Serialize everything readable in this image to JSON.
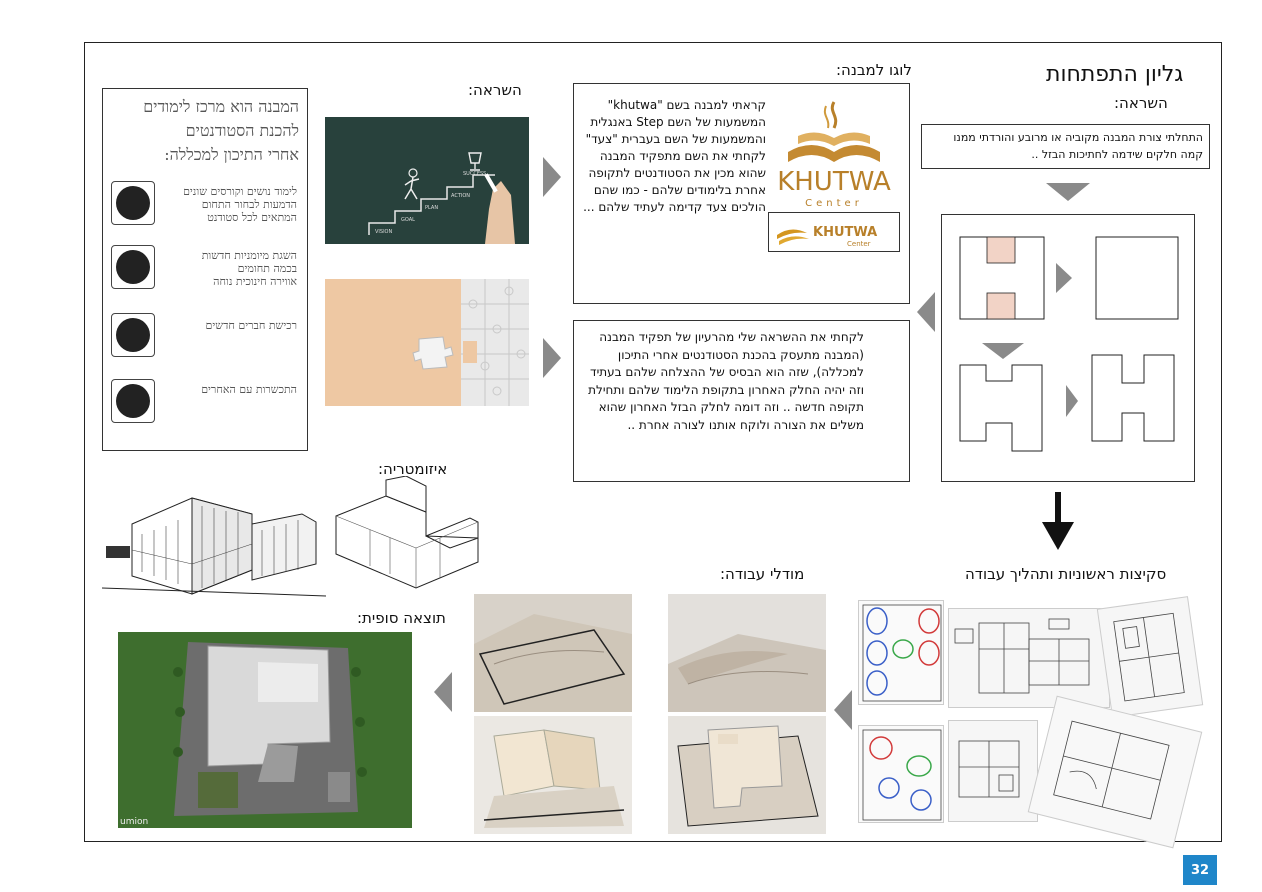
{
  "page": {
    "number": "32"
  },
  "headings": {
    "gallery_title": "גליון התפתחות",
    "inspiration_right": "השראה:",
    "logo": "לוגו למבנה:",
    "inspiration_mid": "השראה:",
    "isometric": "איזומטריה:",
    "sketches": "סקיצות ראשוניות ותהליך עבודה",
    "models": "מודלי עבודה:",
    "final": "תוצאה סופית:"
  },
  "inspiration_text": "התחלתי צורת המבנה מקוביה או מרובע והורדתי ממנו קמה חלקים שידמה לחתיכות הבזל ..",
  "logo_text": "קראתי למבנה בשם \"khutwa\" המשמעות של השם Step באנגלית והמשמעות של השם בעברית \"צעד\" לקחתי את השם מתפקיד המבנה שהוא מכין את הסטודנטים לתקופה אחרת בלימודים שלהם - כמו שהם הולכים צעד קדימה לעתיד שלהם ...",
  "puzzle_text": "לקחתי את ההשראה שלי מהרעיון של תפקיד המבנה (המבנה מתעסק בהכנת הסטודנטים אחרי התיכון למכללה), שזה הוא הבסיס של ההצלחה שלהם בעתיד וזה יהיה החלק האחרון בתקופת הלימוד שלהם ותחילת תקופה חדשה .. וזה דומה לחלק הבזל האחרון שהוא משלים את הצורה ולוקח אותנו לצורה אחרת ..",
  "logo": {
    "main": "KHUTWA",
    "sub": "Center",
    "banner": "KHUTWA",
    "banner_sub": "Center"
  },
  "stairs": {
    "steps": [
      "VISION",
      "GOAL",
      "PLAN",
      "ACTION",
      "SUCCESS"
    ]
  },
  "concept": {
    "intro_lines": [
      "המבנה הוא מרכז לימודים",
      "להכנת הסטודנטים",
      "אחרי התיכון למכללה:"
    ],
    "items": [
      {
        "icon": "graduate-icon",
        "lines": [
          "לימוד נושים וקורסים שונים",
          "הדמעות לבחור התחום",
          "המתאים לכל סטודנט"
        ]
      },
      {
        "icon": "person-icon",
        "lines": [
          "השגת מיומניות חדשות",
          "בכמה תחומים",
          "אווירה חינוכית נוחה"
        ]
      },
      {
        "icon": "group-icon",
        "lines": [
          "רכישת חברים חדשים"
        ]
      },
      {
        "icon": "meeting-icon",
        "lines": [
          "התכשרות עם האחרים"
        ]
      }
    ]
  },
  "render": {
    "watermark": "umion"
  },
  "colors": {
    "accent": "#1f86c9",
    "arrow": "#8a8a8a",
    "grass": "#3e6e2e",
    "logo_gold": "#b8802a"
  }
}
